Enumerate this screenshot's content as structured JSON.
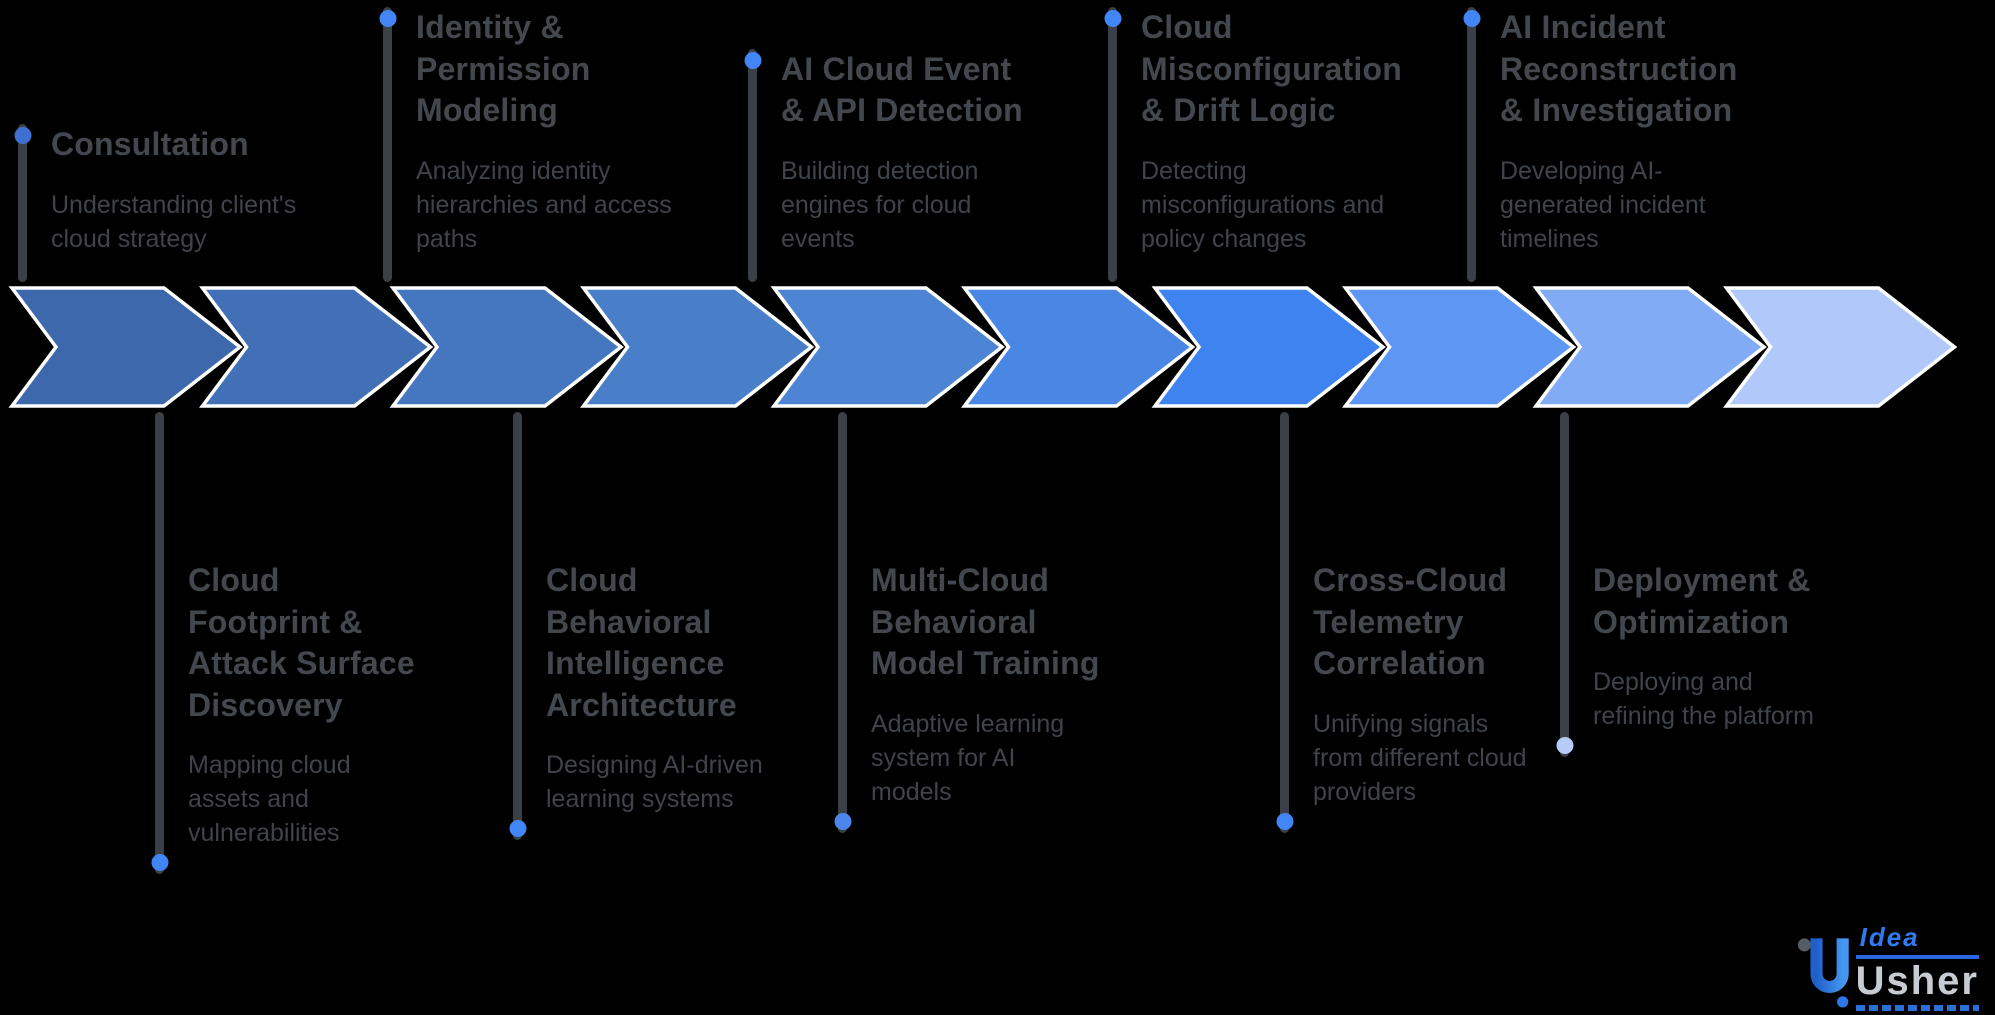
{
  "top_milestones": [
    {
      "title": "Consultation",
      "desc": "Understanding client's cloud strategy"
    },
    {
      "title": "Identity & Permission Modeling",
      "desc": "Analyzing identity hierarchies and access paths"
    },
    {
      "title": "AI Cloud Event & API Detection",
      "desc": "Building detection engines for cloud events"
    },
    {
      "title": "Cloud Misconfiguration & Drift Logic",
      "desc": "Detecting misconfigurations and policy changes"
    },
    {
      "title": "AI Incident Reconstruction & Investigation",
      "desc": "Developing AI-generated incident timelines"
    }
  ],
  "bottom_milestones": [
    {
      "title": "Cloud Footprint & Attack Surface Discovery",
      "desc": "Mapping cloud assets and vulnerabilities"
    },
    {
      "title": "Cloud Behavioral Intelligence Architecture",
      "desc": "Designing AI-driven learning systems"
    },
    {
      "title": "Multi-Cloud Behavioral Model Training",
      "desc": "Adaptive learning system for AI models"
    },
    {
      "title": "Cross-Cloud Telemetry Correlation",
      "desc": "Unifying signals from different cloud providers"
    },
    {
      "title": "Deployment & Optimization",
      "desc": "Deploying and refining the platform"
    }
  ],
  "chevron_colors": [
    "#3d68ab",
    "#4170b7",
    "#4577c0",
    "#497ec9",
    "#4d84d3",
    "#4a86e4",
    "#3f83f1",
    "#5e97f3",
    "#82abf6",
    "#b1c9fa"
  ],
  "top_dot_colors": [
    "#3f6fd0",
    "#4285f4",
    "#4285f4",
    "#4285f4",
    "#4285f4"
  ],
  "bottom_dot_colors": [
    "#4285f4",
    "#4285f4",
    "#4c86ec",
    "#4285f4",
    "#b6cbf5"
  ],
  "colors": {
    "background": "#000000",
    "connector_gray": "#3b4046",
    "chevron_outline": "#ffffff",
    "logo_blue": "#2f7bf2"
  },
  "logo": {
    "word1": "Idea",
    "word2": "Usher"
  }
}
